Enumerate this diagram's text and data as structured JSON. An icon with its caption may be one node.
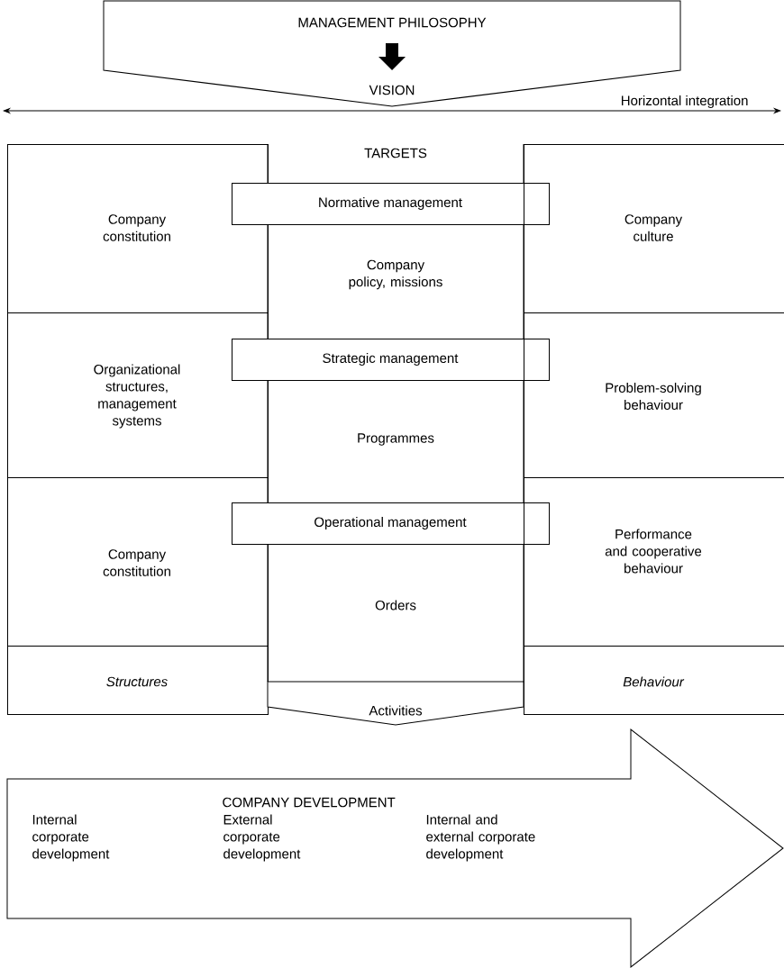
{
  "diagram": {
    "nodes": [
      {
        "text": [
          "MANAGEMENT PHILOSOPHY",
          "VISION"
        ]
      },
      {
        "text": [
          "TARGETS",
          "Company policy, missions",
          "Programmes",
          "Orders"
        ]
      },
      {
        "text": [
          "Company constitution"
        ]
      },
      {
        "text": [
          "Normative management"
        ]
      },
      {
        "text": [
          "Company culture"
        ]
      },
      {
        "text": [
          "Organizational structures, management systems"
        ]
      },
      {
        "text": [
          "Strategic management"
        ]
      },
      {
        "text": [
          "Problem-solving behaviour"
        ]
      },
      {
        "text": [
          "Company constitution"
        ]
      },
      {
        "text": [
          "Operational management"
        ]
      },
      {
        "text": [
          "Performance and cooperative behaviour"
        ]
      },
      {
        "text": [
          "Structures"
        ]
      },
      {
        "text": [
          "Behaviour"
        ]
      },
      {
        "text": [
          "Activities"
        ]
      },
      {
        "text": [
          "COMPANY DEVELOPMENT",
          "Internal corporate development",
          "External corporate development",
          "Internal and external corporate development"
        ]
      }
    ],
    "labels": [
      "Horizontal integration"
    ]
  }
}
